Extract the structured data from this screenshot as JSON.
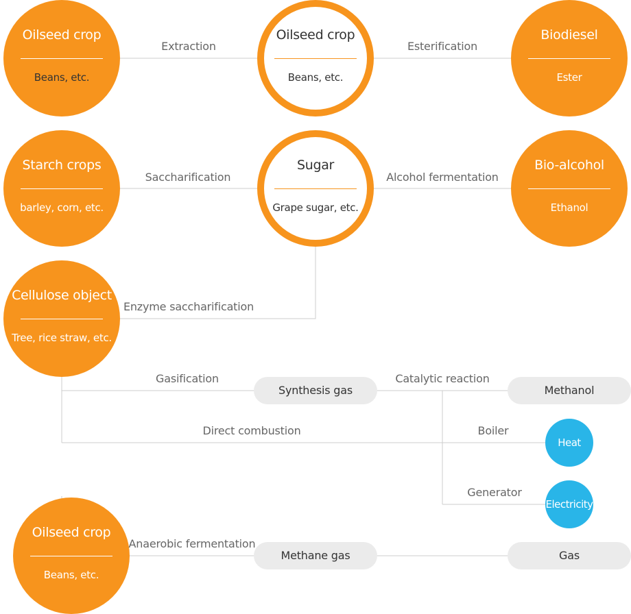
{
  "nodes": {
    "oilseed_crop_source": {
      "title": "Oilseed crop",
      "sub": "Beans, etc."
    },
    "oilseed_crop_extracted": {
      "title": "Oilseed crop",
      "sub": "Beans, etc."
    },
    "biodiesel": {
      "title": "Biodiesel",
      "sub": "Ester"
    },
    "starch_crops": {
      "title": "Starch crops",
      "sub": "barley, corn, etc."
    },
    "sugar": {
      "title": "Sugar",
      "sub": "Grape sugar, etc."
    },
    "bio_alcohol": {
      "title": "Bio-alcohol",
      "sub": "Ethanol"
    },
    "cellulose_object": {
      "title": "Cellulose object",
      "sub": "Tree, rice straw, etc."
    },
    "synthesis_gas": "Synthesis gas",
    "methanol": "Methanol",
    "heat": "Heat",
    "electricity": "Electricity",
    "oilseed_crop_bottom": {
      "title": "Oilseed crop",
      "sub": "Beans, etc."
    },
    "methane_gas": "Methane gas",
    "gas": "Gas"
  },
  "processes": {
    "extraction": "Extraction",
    "esterification": "Esterification",
    "saccharification": "Saccharification",
    "alcohol_fermentation": "Alcohol fermentation",
    "enzyme_saccharification": "Enzyme saccharification",
    "gasification": "Gasification",
    "catalytic_reaction": "Catalytic reaction",
    "direct_combustion": "Direct combustion",
    "boiler": "Boiler",
    "generator": "Generator",
    "anaerobic_fermentation": "Anaerobic fermentation"
  },
  "colors": {
    "orange": "#f7941d",
    "blue": "#29b5e8",
    "pill_gray": "#ebebeb",
    "line_gray": "#cccccc"
  }
}
